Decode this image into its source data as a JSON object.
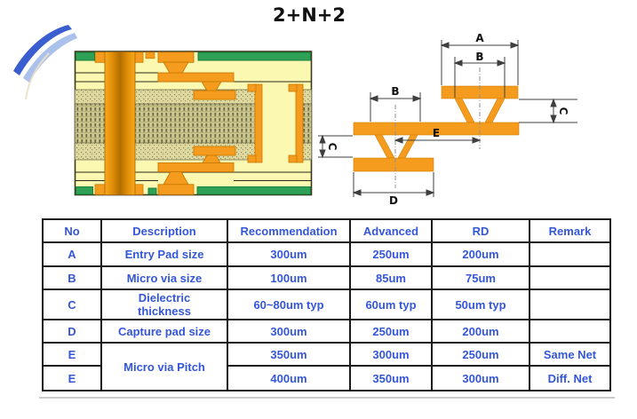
{
  "title": "2+N+2",
  "diagram": {
    "labels": {
      "A": "A",
      "B": "B",
      "C": "C",
      "D": "D",
      "E": "E"
    }
  },
  "table": {
    "headers": [
      "No",
      "Description",
      "Recommendation",
      "Advanced",
      "RD",
      "Remark"
    ],
    "rows": [
      {
        "no": "A",
        "description": "Entry Pad size",
        "recommendation": "300um",
        "advanced": "250um",
        "rd": "200um",
        "remark": ""
      },
      {
        "no": "B",
        "description": "Micro via size",
        "recommendation": "100um",
        "advanced": "85um",
        "rd": "75um",
        "remark": ""
      },
      {
        "no": "C",
        "description": "Dielectric thickness",
        "recommendation": "60~80um typ",
        "advanced": "60um typ",
        "rd": "50um typ",
        "remark": ""
      },
      {
        "no": "D",
        "description": "Capture pad size",
        "recommendation": "300um",
        "advanced": "250um",
        "rd": "200um",
        "remark": ""
      },
      {
        "no": "E",
        "description": "Micro via Pitch",
        "recommendation": "350um",
        "advanced": "300um",
        "rd": "250um",
        "remark": "Same Net"
      },
      {
        "no": "E",
        "description": "",
        "recommendation": "400um",
        "advanced": "350um",
        "rd": "300um",
        "remark": "Diff. Net"
      }
    ]
  },
  "colors": {
    "table_text_blue": "#3456d8",
    "copper_orange": "#F59C1F",
    "board_yellow": "#FBF7AE",
    "solder_mask_green": "#2EA157",
    "table_border": "#1a1a1a"
  }
}
